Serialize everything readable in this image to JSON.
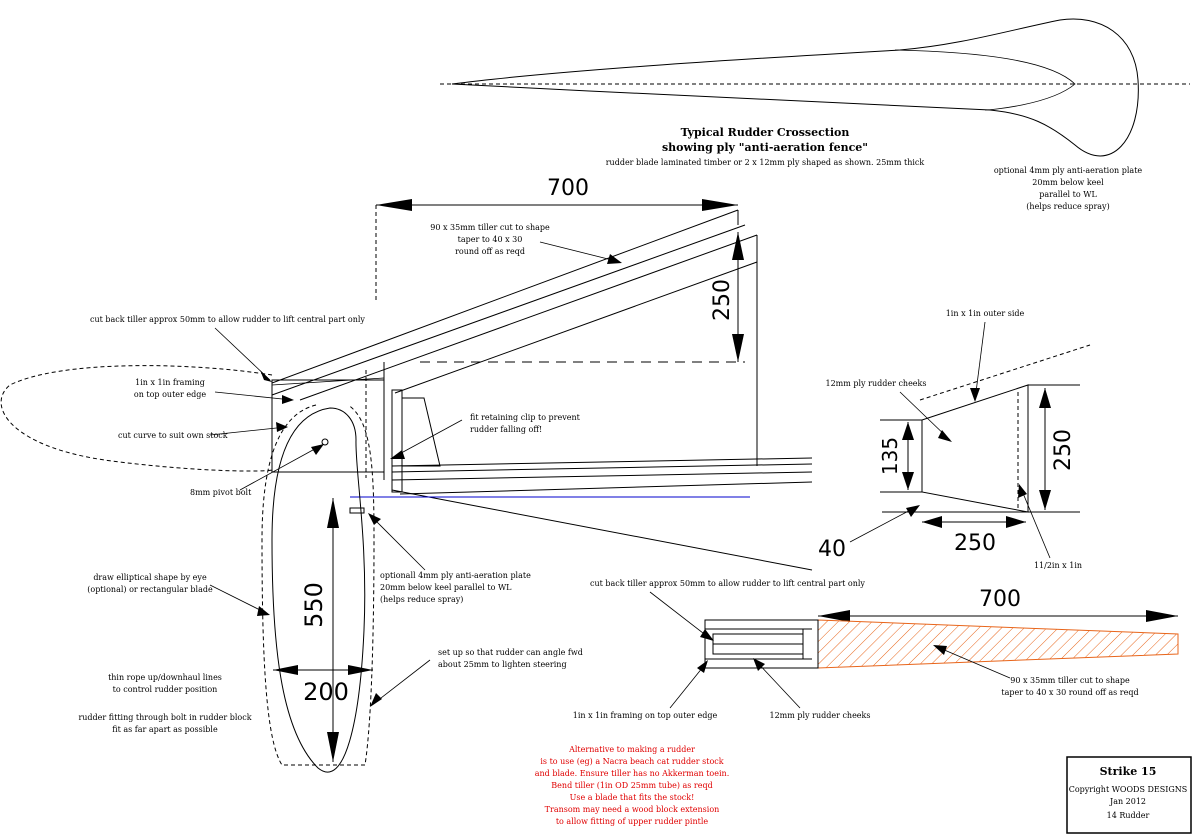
{
  "cross_section": {
    "title": "Typical Rudder Crossection",
    "subtitle": "showing ply \"anti-aeration fence\"",
    "note": "rudder blade laminated timber or 2 x 12mm ply shaped as shown. 25mm thick",
    "plate_note": [
      "optional 4mm ply anti-aeration plate",
      "20mm below keel",
      "parallel to WL",
      "(helps reduce spray)"
    ]
  },
  "side_view": {
    "dim_700": "700",
    "dim_250": "250",
    "dim_550": "550",
    "dim_200": "200",
    "tiller_note": [
      "90 x 35mm tiller cut to shape",
      "taper to 40 x 30",
      "round off as reqd"
    ],
    "cutback_note": "cut back tiller approx 50mm to allow rudder to lift central part only",
    "framing_note": [
      "1in x 1in framing",
      "on top outer edge"
    ],
    "curve_note": "cut curve to suit own stock",
    "pivot_note": "8mm pivot bolt",
    "clip_note": [
      "fit retaining clip to prevent",
      "rudder falling off!"
    ],
    "plate_note": [
      "optionall 4mm ply anti-aeration plate",
      "20mm below keel parallel to WL",
      "(helps reduce spray)"
    ],
    "ellipse_note": [
      "draw elliptical shape by eye",
      "(optional) or rectangular blade"
    ],
    "angle_note": [
      "set up so that rudder can angle fwd",
      "about 25mm  to lighten steering"
    ],
    "rope_note": [
      "thin rope up/downhaul lines",
      "to control rudder position"
    ],
    "fitting_note": [
      "rudder fitting through bolt in rudder block",
      "fit as far apart as possible"
    ]
  },
  "detail_view": {
    "dim_135": "135",
    "dim_250_height": "250",
    "dim_250_width": "250",
    "dim_40": "40",
    "outer_side_note": "1in x 1in outer side",
    "cheeks_note": "12mm ply rudder cheeks",
    "side_note": "11/2in x 1in"
  },
  "plan_view": {
    "dim_700": "700",
    "cutback_note": "cut back tiller approx 50mm to allow rudder to lift central part only",
    "tiller_note": [
      "90 x 35mm tiller cut to shape",
      "taper to 40 x 30 round off as reqd"
    ],
    "framing_note": "1in x 1in framing on top outer edge",
    "cheeks_note": "12mm ply rudder cheeks"
  },
  "alternative_note": [
    "Alternative to making a rudder",
    "is to use (eg) a Nacra beach cat rudder stock",
    "and blade. Ensure tiller has no Akkerman toein.",
    "Bend tiller (1in OD 25mm tube) as reqd",
    "Use a blade that fits the stock!",
    "Transom may need a wood block extension",
    "to allow fitting of upper rudder pintle"
  ],
  "title_block": {
    "title": "Strike 15",
    "copyright": "Copyright WOODS DESIGNS",
    "date": "Jan 2012",
    "sheet": "14 Rudder"
  },
  "colors": {
    "ink": "#000000",
    "red_note": "#e00000",
    "waterline": "#0000cc",
    "hatch": "#e8651b"
  }
}
